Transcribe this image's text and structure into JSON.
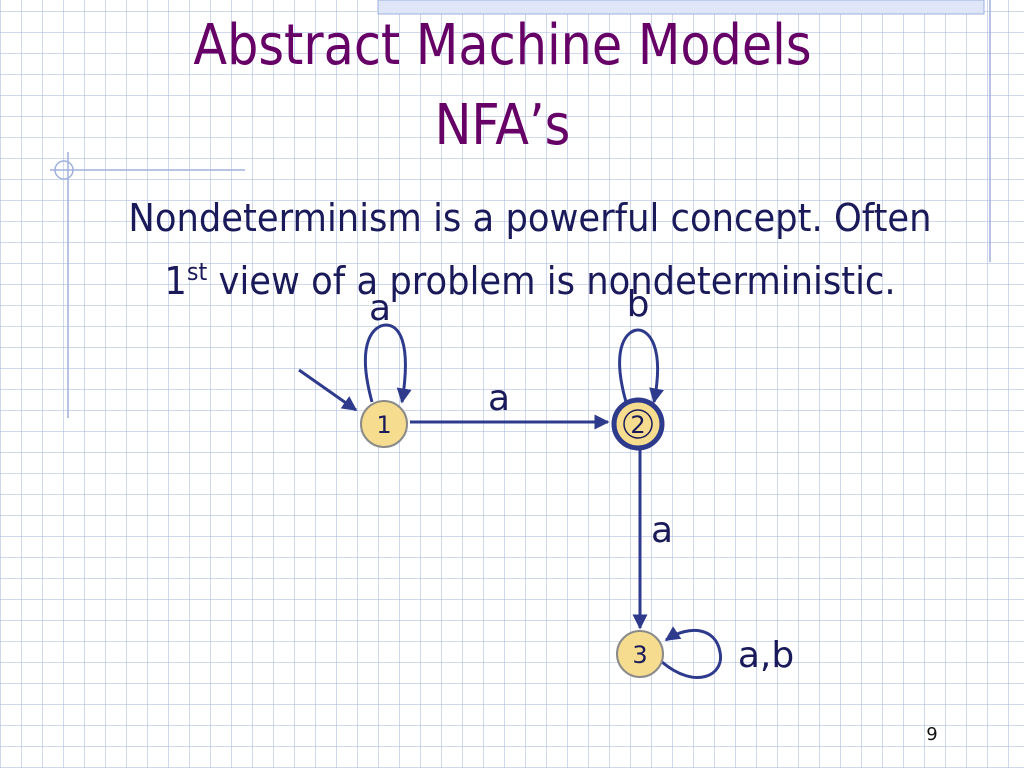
{
  "slide": {
    "title_line1": "Abstract Machine Models",
    "title_line2": "NFA’s",
    "body_line1": "Nondeterminism is a powerful concept. Often",
    "body_line2_pre": "1",
    "body_line2_sup": "st",
    "body_line2_post": " view of a problem is nondeterministic.",
    "page_number": "9"
  },
  "diagram": {
    "states": [
      {
        "id": "1",
        "label": "1",
        "start": true,
        "accepting": false
      },
      {
        "id": "2",
        "label": "2",
        "start": false,
        "accepting": true
      },
      {
        "id": "3",
        "label": "3",
        "start": false,
        "accepting": false
      }
    ],
    "transitions": [
      {
        "from": "1",
        "to": "1",
        "label": "a"
      },
      {
        "from": "1",
        "to": "2",
        "label": "a"
      },
      {
        "from": "2",
        "to": "2",
        "label": "b"
      },
      {
        "from": "2",
        "to": "3",
        "label": "a"
      },
      {
        "from": "3",
        "to": "3",
        "label": "a,b"
      }
    ]
  },
  "colors": {
    "title": "#660066",
    "text": "#1a1a5a",
    "state_fill": "#f5dc8e",
    "edge": "#2e3a8c"
  }
}
